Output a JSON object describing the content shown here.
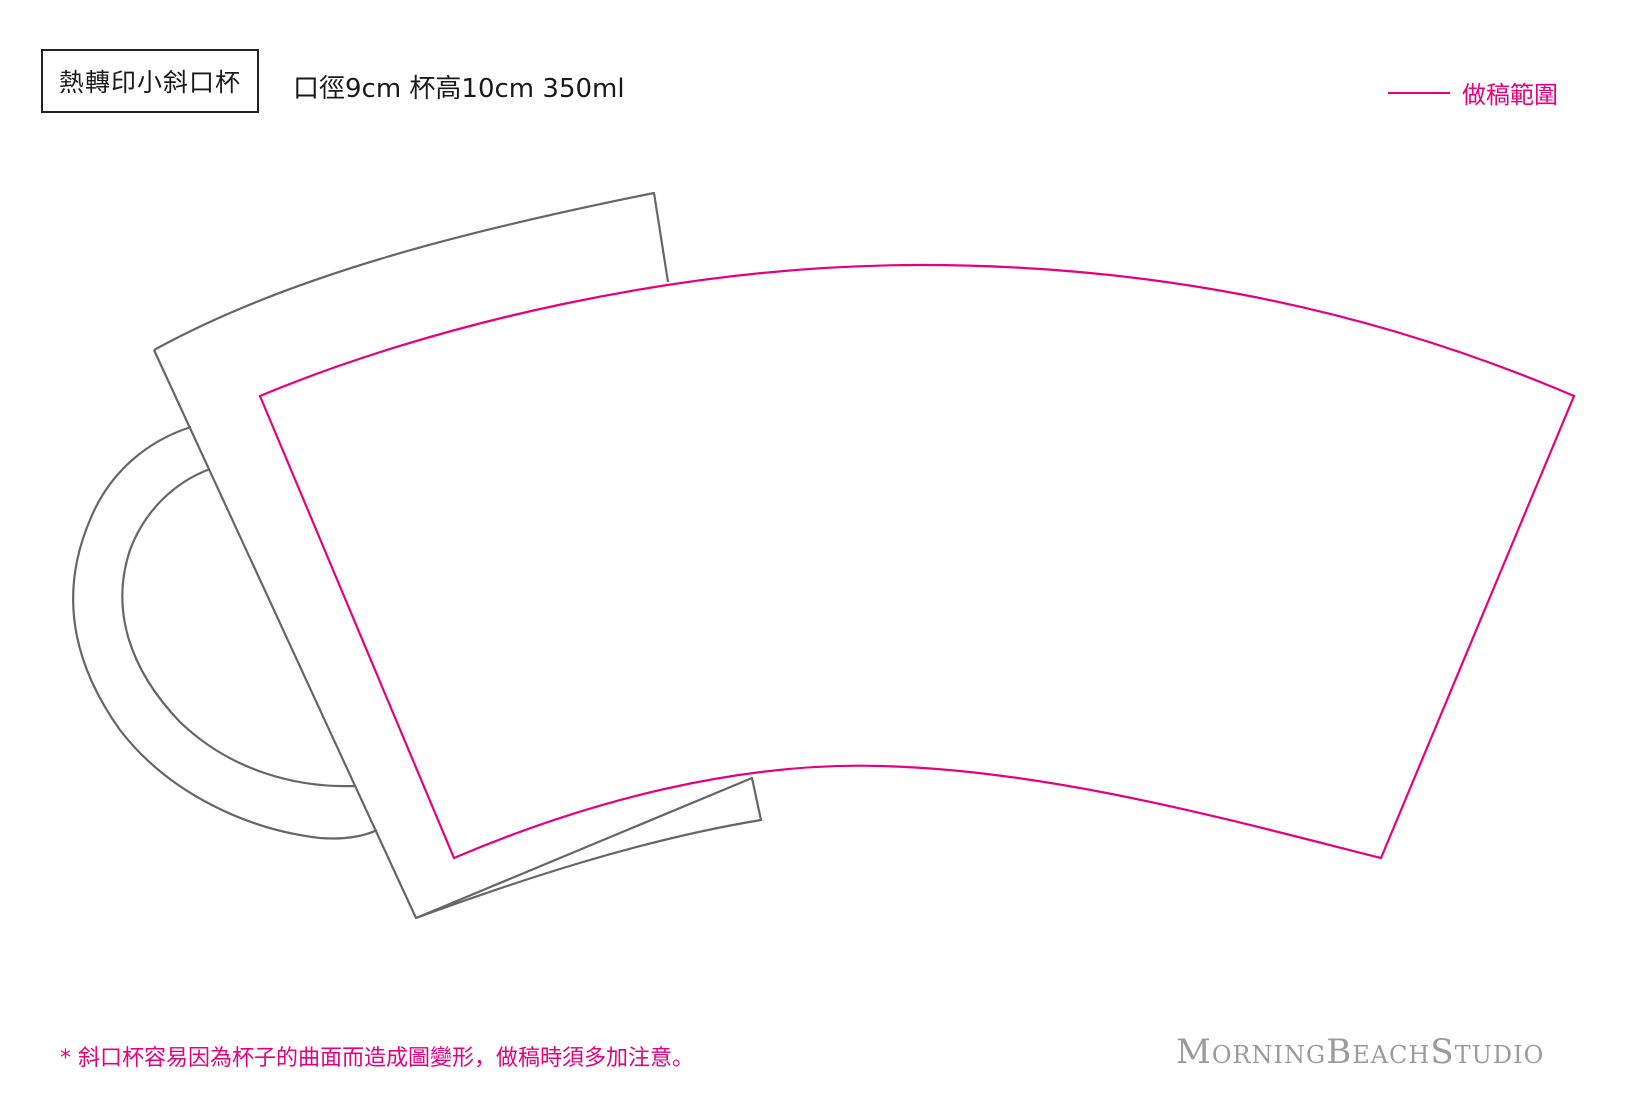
{
  "header": {
    "product_name": "熱轉印小斜口杯",
    "spec": "口徑9cm 杯高10cm 350ml"
  },
  "legend": {
    "label": "做稿範圍",
    "color": "#e5007f"
  },
  "colors": {
    "outline": "#666666",
    "print_area": "#e5007f"
  },
  "footer": {
    "note": "* 斜口杯容易因為杯子的曲面而造成圖變形，做稿時須多加注意。",
    "studio": "MorningBeachStudio"
  }
}
